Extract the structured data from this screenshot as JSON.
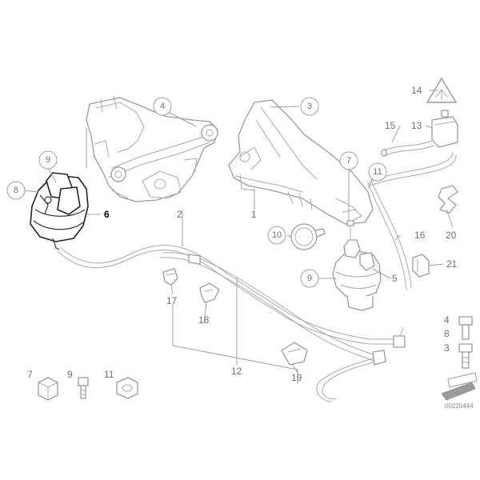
{
  "callouts": {
    "c4": "4",
    "c3": "3",
    "c9a": "9",
    "c8a": "8",
    "c7": "7",
    "c11": "11",
    "c10": "10",
    "c9b": "9"
  },
  "labels": {
    "l1": "1",
    "l2": "2",
    "l5": "5",
    "l6": "6",
    "l12": "12",
    "l13": "13",
    "l14": "14",
    "l15": "15",
    "l16": "16",
    "l17": "17",
    "l18": "18",
    "l19": "19",
    "l20": "20",
    "l21": "21"
  },
  "hardware_row": {
    "h7": "7",
    "h9": "9",
    "h11": "11"
  },
  "fastener_stack": {
    "f4": "4",
    "f8": "8",
    "f3": "3"
  },
  "doc_number": "00220444"
}
